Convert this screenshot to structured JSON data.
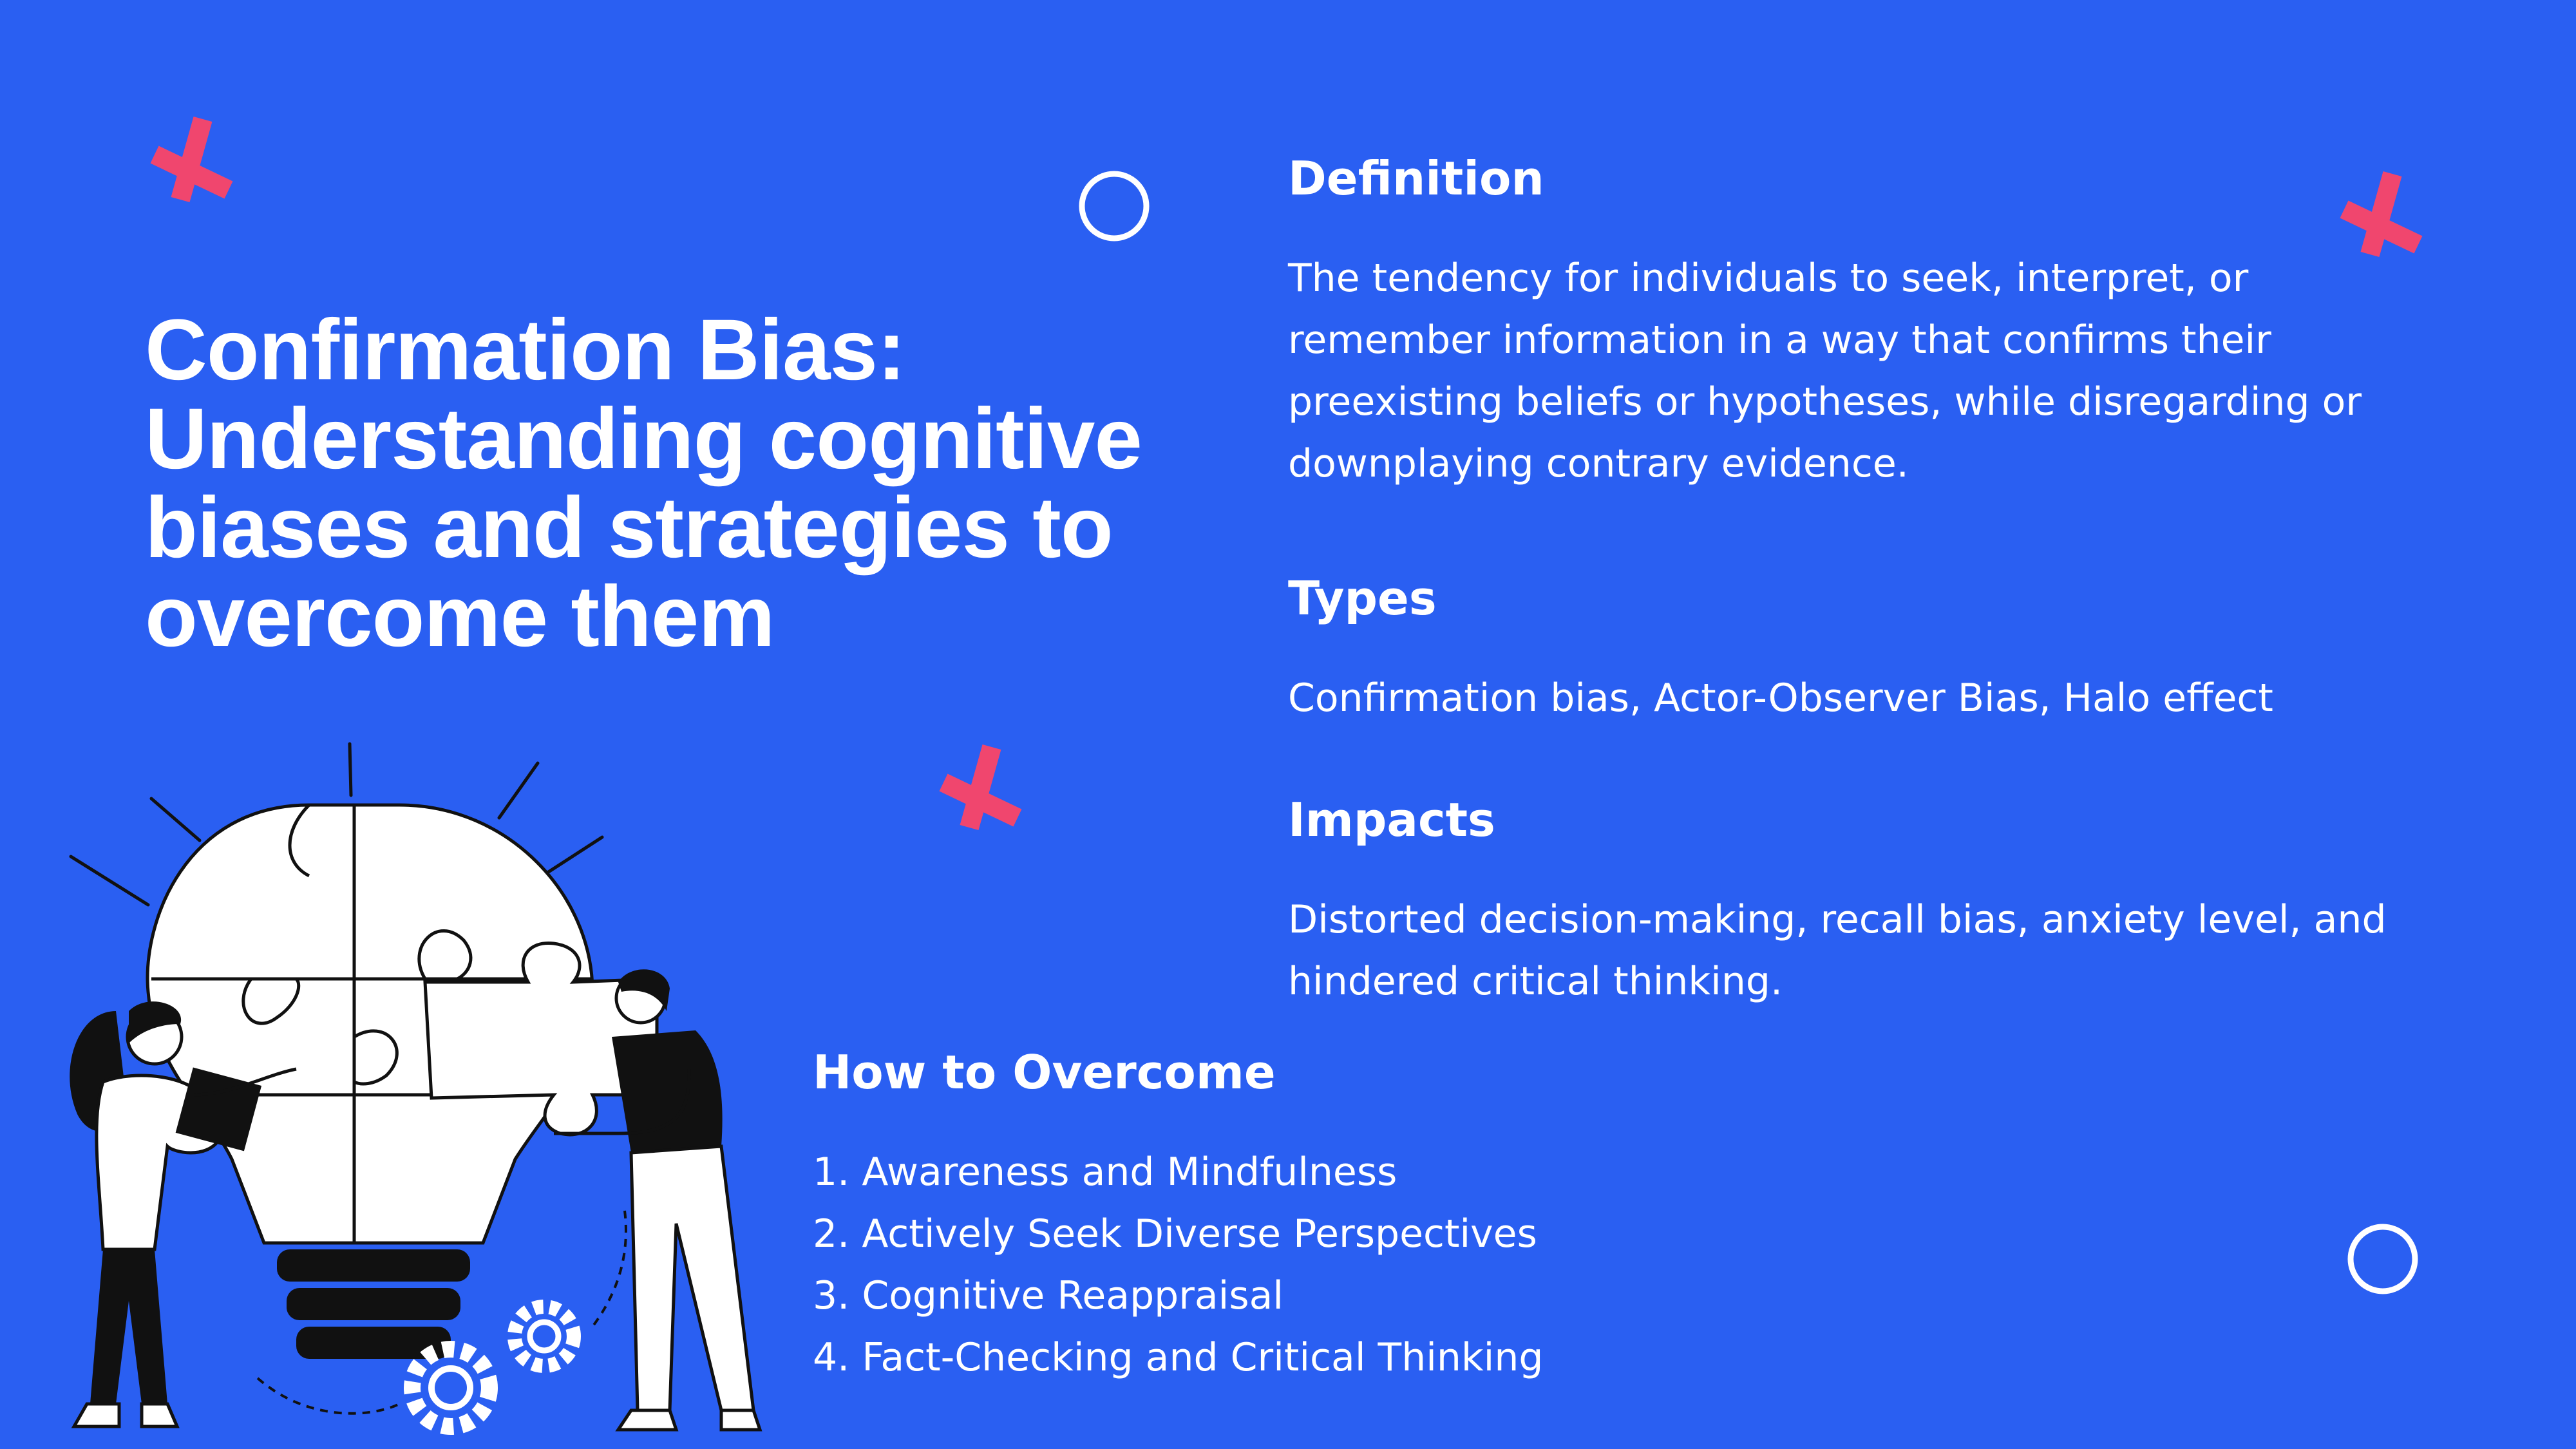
{
  "title": "Confirmation Bias: Understanding cognitive biases and strategies to overcome them",
  "definition": {
    "heading": "Definition",
    "text": "The tendency for individuals to seek, interpret, or remember information in a way that confirms their preexisting beliefs or hypotheses, while disregarding or downplaying contrary evidence."
  },
  "types": {
    "heading": "Types",
    "text": "Confirmation bias, Actor-Observer Bias, Halo effect"
  },
  "impacts": {
    "heading": "Impacts",
    "text": "Distorted decision-making, recall bias, anxiety level, and hindered critical thinking."
  },
  "how_to_overcome": {
    "heading": "How to Overcome",
    "items": [
      "1. Awareness and Mindfulness",
      "2. Actively Seek Diverse Perspectives",
      "3. Cognitive Reappraisal",
      "4. Fact-Checking and Critical Thinking"
    ]
  },
  "colors": {
    "background": "#2a5ff2",
    "accent_cross": "#f0466e",
    "text": "#ffffff"
  },
  "icons": [
    "cross-icon",
    "circle-icon",
    "lightbulb-puzzle-illustration",
    "gear-icon"
  ]
}
